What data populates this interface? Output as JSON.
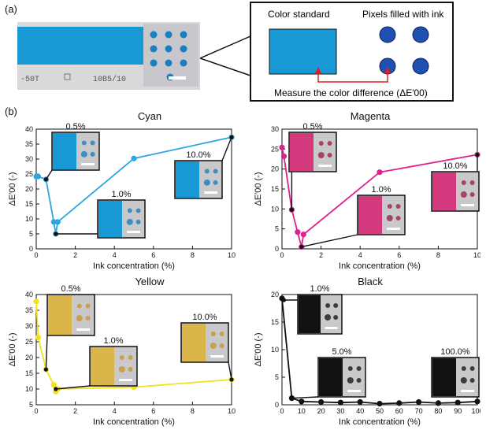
{
  "panel_a": {
    "label": "(a)",
    "strip_text_left": "-50T",
    "strip_text_mid": "10B5/10",
    "callout_title_left": "Color standard",
    "callout_title_right": "Pixels filled with ink",
    "callout_caption": "Measure the color difference (ΔE′00)",
    "colors": {
      "cyan": "#1899d6",
      "pixel_blue": "#1f4fb0",
      "arrow": "#e02020"
    }
  },
  "panel_b": {
    "label": "(b)"
  },
  "chart_data": [
    {
      "type": "line",
      "title": "Cyan",
      "xlabel": "Ink concentration (%)",
      "ylabel": "ΔE′00 (-)",
      "xlim": [
        0,
        10
      ],
      "ylim": [
        0,
        40
      ],
      "xticks": [
        0,
        2,
        4,
        6,
        8,
        10
      ],
      "yticks": [
        0,
        5,
        10,
        15,
        20,
        25,
        30,
        35,
        40
      ],
      "color": "#2aa7e0",
      "x": [
        0,
        0.1,
        0.5,
        0.9,
        1.0,
        1.1,
        5,
        10
      ],
      "y": [
        24.2,
        24.2,
        23.2,
        9.0,
        5.0,
        9.0,
        30.2,
        37.3
      ],
      "insets": [
        {
          "label": "0.5%",
          "x": 0.5,
          "y": 23.2
        },
        {
          "label": "1.0%",
          "x": 1.0,
          "y": 5.0
        },
        {
          "label": "10.0%",
          "x": 10,
          "y": 37.3
        }
      ]
    },
    {
      "type": "line",
      "title": "Magenta",
      "xlabel": "Ink concentration (%)",
      "ylabel": "ΔE′00 (-)",
      "xlim": [
        0,
        10
      ],
      "ylim": [
        0,
        30
      ],
      "xticks": [
        0,
        2,
        4,
        6,
        8,
        10
      ],
      "yticks": [
        0,
        5,
        10,
        15,
        20,
        25,
        30
      ],
      "color": "#e0208c",
      "x": [
        0,
        0.1,
        0.5,
        0.8,
        1.0,
        1.1,
        5,
        10
      ],
      "y": [
        25.4,
        23.2,
        9.8,
        4.2,
        0.5,
        3.6,
        19.2,
        23.6
      ],
      "insets": [
        {
          "label": "0.5%",
          "x": 0.5,
          "y": 9.8
        },
        {
          "label": "1.0%",
          "x": 1.0,
          "y": 0.5
        },
        {
          "label": "10.0%",
          "x": 10,
          "y": 23.6
        }
      ]
    },
    {
      "type": "line",
      "title": "Yellow",
      "xlabel": "Ink concentration (%)",
      "ylabel": "ΔE′00 (-)",
      "xlim": [
        0,
        10
      ],
      "ylim": [
        5,
        40
      ],
      "xticks": [
        0,
        2,
        4,
        6,
        8,
        10
      ],
      "yticks": [
        5,
        10,
        15,
        20,
        25,
        30,
        35,
        40
      ],
      "color": "#f2e21a",
      "x": [
        0,
        0.1,
        0.5,
        0.9,
        1.0,
        1.1,
        5,
        10
      ],
      "y": [
        37.8,
        26.4,
        16.2,
        11.3,
        9.2,
        10.0,
        10.6,
        13.0
      ],
      "insets": [
        {
          "label": "0.5%",
          "x": 0.5,
          "y": 16.2
        },
        {
          "label": "1.0%",
          "x": 1.0,
          "y": 10.0
        },
        {
          "label": "10.0%",
          "x": 10,
          "y": 13.0
        }
      ]
    },
    {
      "type": "line",
      "title": "Black",
      "xlabel": "Ink concentration (%)",
      "ylabel": "ΔE′00 (-)",
      "xlim": [
        0,
        100
      ],
      "ylim": [
        0,
        20
      ],
      "xticks": [
        0,
        10,
        20,
        30,
        40,
        50,
        60,
        70,
        80,
        90,
        100
      ],
      "yticks": [
        0,
        5,
        10,
        15,
        20
      ],
      "color": "#111111",
      "x": [
        0,
        5,
        10,
        20,
        30,
        40,
        50,
        60,
        70,
        80,
        90,
        100
      ],
      "y": [
        19.3,
        1.2,
        0.6,
        0.5,
        0.4,
        0.5,
        0.2,
        0.3,
        0.5,
        0.3,
        0.4,
        0.6
      ],
      "insets": [
        {
          "label": "1.0%",
          "x": 1,
          "y": 19.0
        },
        {
          "label": "5.0%",
          "x": 5,
          "y": 1.2
        },
        {
          "label": "100.0%",
          "x": 100,
          "y": 0.6
        }
      ]
    }
  ]
}
